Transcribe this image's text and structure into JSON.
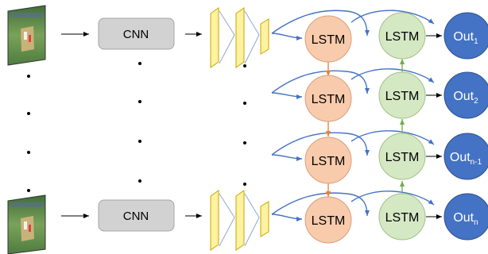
{
  "frames": {
    "top_alt": "cricket-frame-thumbnail",
    "bottom_alt": "cricket-frame-thumbnail"
  },
  "cnn": {
    "top_label": "CNN",
    "bottom_label": "CNN"
  },
  "lstm_forward": {
    "row1": "LSTM",
    "row2": "LSTM",
    "row3": "LSTM",
    "row4": "LSTM"
  },
  "lstm_backward": {
    "row1": "LSTM",
    "row2": "LSTM",
    "row3": "LSTM",
    "row4": "LSTM"
  },
  "outputs": {
    "row1": {
      "base": "Out",
      "sub": "1"
    },
    "row2": {
      "base": "Out",
      "sub": "2"
    },
    "row3": {
      "base": "Out",
      "sub": "n-1"
    },
    "row4": {
      "base": "Out",
      "sub": "n"
    }
  },
  "colors": {
    "cnn_fill": "#d2d2d2",
    "feature_fill": "#fff2a0",
    "lstm_forward_fill": "#f8cbad",
    "lstm_backward_fill": "#d5e8c4",
    "out_fill": "#4472c4",
    "recurrent_forward": "#ed7d31",
    "recurrent_backward": "#70ad47",
    "feature_connection": "#4472c4"
  }
}
